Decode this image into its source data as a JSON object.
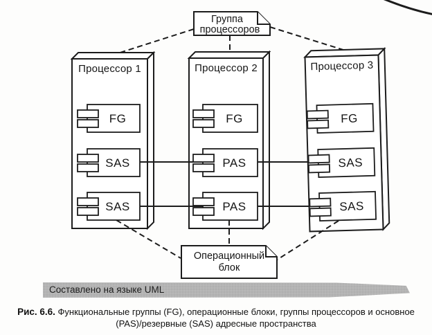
{
  "figure": {
    "watermark": "Составлено на языке UML",
    "caption_label": "Рис. 6.6.",
    "caption_line1": "Функциональные группы (FG), операционные блоки, группы процессоров и основное",
    "caption_line2": "(PAS)/резервные (SAS) адресные пространства"
  },
  "diagram": {
    "top_note": {
      "line1": "Группа",
      "line2": "процессоров"
    },
    "bottom_note": {
      "line1": "Операционный",
      "line2": "блок"
    },
    "processors": [
      {
        "title": "Процессор 1",
        "components": [
          "FG",
          "SAS",
          "SAS"
        ]
      },
      {
        "title": "Процессор 2",
        "components": [
          "FG",
          "PAS",
          "PAS"
        ]
      },
      {
        "title": "Процессор 3",
        "components": [
          "FG",
          "SAS",
          "SAS"
        ]
      }
    ]
  },
  "colors": {
    "ink": "#1c1c1c",
    "paper": "#ffffff",
    "watermark_bar": "#b4b4b4"
  }
}
